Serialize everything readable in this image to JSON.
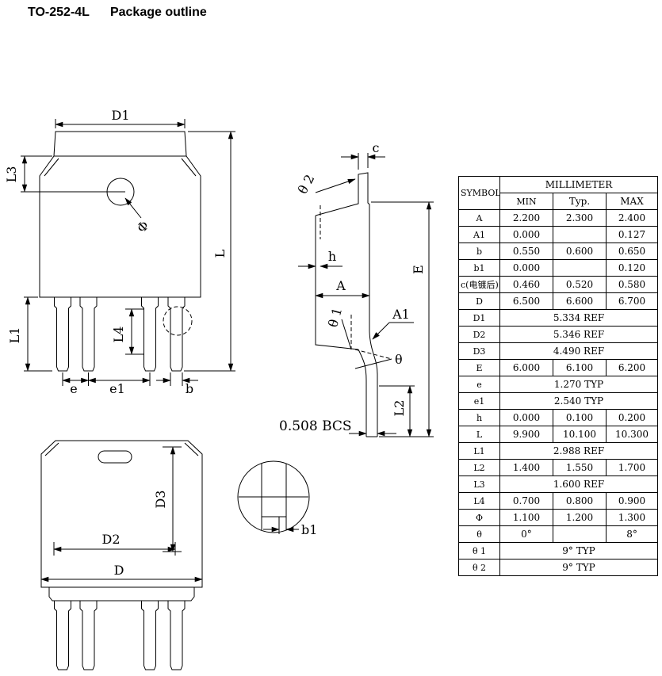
{
  "header": {
    "part_number": "TO-252-4L",
    "title": "Package outline"
  },
  "drawing_labels": {
    "front": {
      "d1": "D1",
      "l3": "L3",
      "phi": "Φ",
      "l": "L",
      "l1": "L1",
      "l4": "L4",
      "e": "e",
      "e1": "e1",
      "b": "b"
    },
    "side": {
      "c": "c",
      "theta2": "θ 2",
      "h": "h",
      "a": "A",
      "theta1": "θ 1",
      "a1": "A1",
      "theta": "θ",
      "e_dim": "E",
      "l2": "L2",
      "bcs": "0.508 BCS"
    },
    "bottom": {
      "d3": "D3",
      "d2": "D2",
      "d": "D"
    },
    "detail": {
      "b1": "b1"
    }
  },
  "table": {
    "header": {
      "symbol": "SYMBOL",
      "unit_group": "MILLIMETER",
      "min": "MIN",
      "typ": "Typ.",
      "max": "MAX"
    },
    "rows": [
      {
        "symbol": "A",
        "min": "2.200",
        "typ": "2.300",
        "max": "2.400"
      },
      {
        "symbol": "A1",
        "min": "0.000",
        "typ": "",
        "max": "0.127"
      },
      {
        "symbol": "b",
        "min": "0.550",
        "typ": "0.600",
        "max": "0.650"
      },
      {
        "symbol": "b1",
        "min": "0.000",
        "typ": "",
        "max": "0.120"
      },
      {
        "symbol": "c(电镀后)",
        "min": "0.460",
        "typ": "0.520",
        "max": "0.580"
      },
      {
        "symbol": "D",
        "min": "6.500",
        "typ": "6.600",
        "max": "6.700"
      },
      {
        "symbol": "D1",
        "span": "5.334 REF"
      },
      {
        "symbol": "D2",
        "span": "5.346 REF"
      },
      {
        "symbol": "D3",
        "span": "4.490 REF"
      },
      {
        "symbol": "E",
        "min": "6.000",
        "typ": "6.100",
        "max": "6.200"
      },
      {
        "symbol": "e",
        "span": "1.270 TYP"
      },
      {
        "symbol": "e1",
        "span": "2.540 TYP"
      },
      {
        "symbol": "h",
        "min": "0.000",
        "typ": "0.100",
        "max": "0.200"
      },
      {
        "symbol": "L",
        "min": "9.900",
        "typ": "10.100",
        "max": "10.300"
      },
      {
        "symbol": "L1",
        "span": "2.988 REF"
      },
      {
        "symbol": "L2",
        "min": "1.400",
        "typ": "1.550",
        "max": "1.700"
      },
      {
        "symbol": "L3",
        "span": "1.600 REF"
      },
      {
        "symbol": "L4",
        "min": "0.700",
        "typ": "0.800",
        "max": "0.900"
      },
      {
        "symbol": "Φ",
        "min": "1.100",
        "typ": "1.200",
        "max": "1.300"
      },
      {
        "symbol": "θ",
        "min": "0°",
        "typ": "",
        "max": "8°"
      },
      {
        "symbol": "θ 1",
        "span": "9° TYP"
      },
      {
        "symbol": "θ 2",
        "span": "9° TYP"
      }
    ]
  }
}
